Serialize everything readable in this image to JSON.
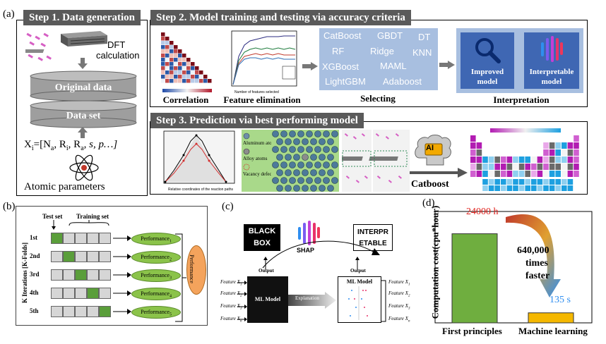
{
  "panel_a": {
    "letter": "(a)",
    "step1": {
      "title": "Step 1. Data generation",
      "dft_line1": "DFT",
      "dft_line2": "calculation",
      "original_data": "Original data",
      "data_set": "Data set",
      "formula_main": "X",
      "formula_sub": "i",
      "formula_rest": "=[N",
      "formula_a": "a",
      "formula_r": ", R",
      "formula_i": "i",
      "formula_r2": ", R",
      "formula_a2": "a",
      "formula_end": ", s, p…]",
      "atomic_parameters": "Atomic parameters"
    },
    "step2": {
      "title": "Step 2. Model training and testing via accuracy criteria",
      "correlation": "Correlation",
      "feature_elimination": "Feature elimination",
      "selecting": "Selecting",
      "interpretation": "Interpretation",
      "algorithms": [
        "CatBoost",
        "GBDT",
        "DT",
        "RF",
        "Ridge",
        "KNN",
        "XGBoost",
        "MAML",
        "LightGBM",
        "Adaboost"
      ],
      "improved_model_1": "Improved",
      "improved_model_2": "model",
      "interpretable_model_1": "Interpretable",
      "interpretable_model_2": "model",
      "feat_xlabel": "Number of features selected"
    },
    "step3": {
      "title": "Step 3. Prediction via best performing model",
      "ai_label": "AI",
      "catboost": "Catboost",
      "legend_aluminum": "Aluminum atoms",
      "legend_alloy": "Alloy atoms",
      "legend_vacancy": "Vacancy defect",
      "neb_xlabel": "Relative coordinates of the reaction paths"
    }
  },
  "panel_b": {
    "letter": "(b)",
    "test_set": "Test set",
    "training_set": "Training set",
    "axis_label": "K Iterations  [K-Folds]",
    "iterations": [
      "1st",
      "2nd",
      "3rd",
      "4th",
      "5th"
    ],
    "performance_prefix": "Performance",
    "performance_subs": [
      "1",
      "2",
      "3",
      "4",
      "5"
    ],
    "performance_total": "Performance"
  },
  "panel_c": {
    "letter": "(c)",
    "black_box_1": "BLACK",
    "black_box_2": "BOX",
    "shap": "SHAP",
    "interpretable_1": "INTERPR",
    "interpretable_2": "ETABLE",
    "output": "Output",
    "ml_model": "ML Model",
    "explanation": "Explanation",
    "features": [
      "Feature X",
      "Feature X",
      "Feature X",
      "Feature X"
    ],
    "feature_subs": [
      "1",
      "2",
      "3",
      "n"
    ]
  },
  "panel_d": {
    "letter": "(d)",
    "chart_data": {
      "type": "bar",
      "categories": [
        "First principles",
        "Machine learning"
      ],
      "values": [
        24000,
        135
      ],
      "value_labels": [
        "24000 h",
        "135 s"
      ],
      "ylabel": "Computation cost(cpu*hour)",
      "annotation_1": "640,000",
      "annotation_2": "times",
      "annotation_3": "faster",
      "colors": [
        "#6fae3f",
        "#f5b800"
      ]
    }
  },
  "colors": {
    "banner": "#5a5a5a",
    "algo_box": "#a8bfe0",
    "model_box": "#3f67b3",
    "green": "#6fae3f"
  }
}
